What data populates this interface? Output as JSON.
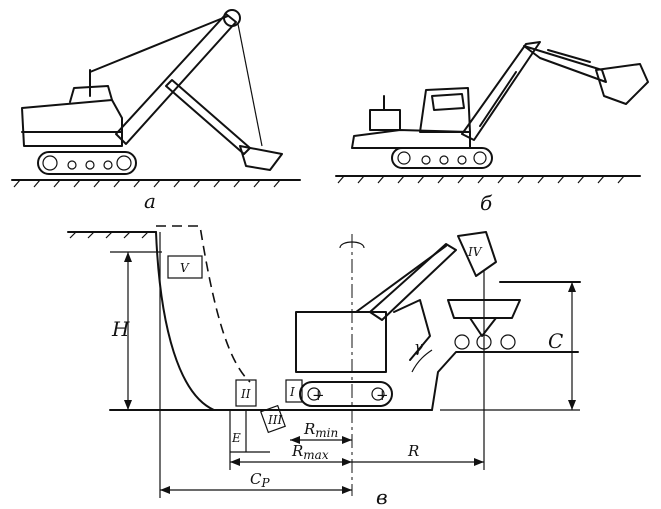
{
  "figure": {
    "panel_labels": {
      "a": "а",
      "b": "б",
      "v": "в"
    },
    "zones": {
      "z1": "I",
      "z2": "II",
      "z3": "III",
      "z4": "IV",
      "z5": "V"
    },
    "dimensions": {
      "height": "H",
      "height_c": "C",
      "depth_e": "E",
      "rmin": "R",
      "rmin_sub": "min",
      "rmax": "R",
      "rmax_sub": "max",
      "radius": "R",
      "cp": "C",
      "cp_sub": "P",
      "angle": "γ"
    }
  }
}
